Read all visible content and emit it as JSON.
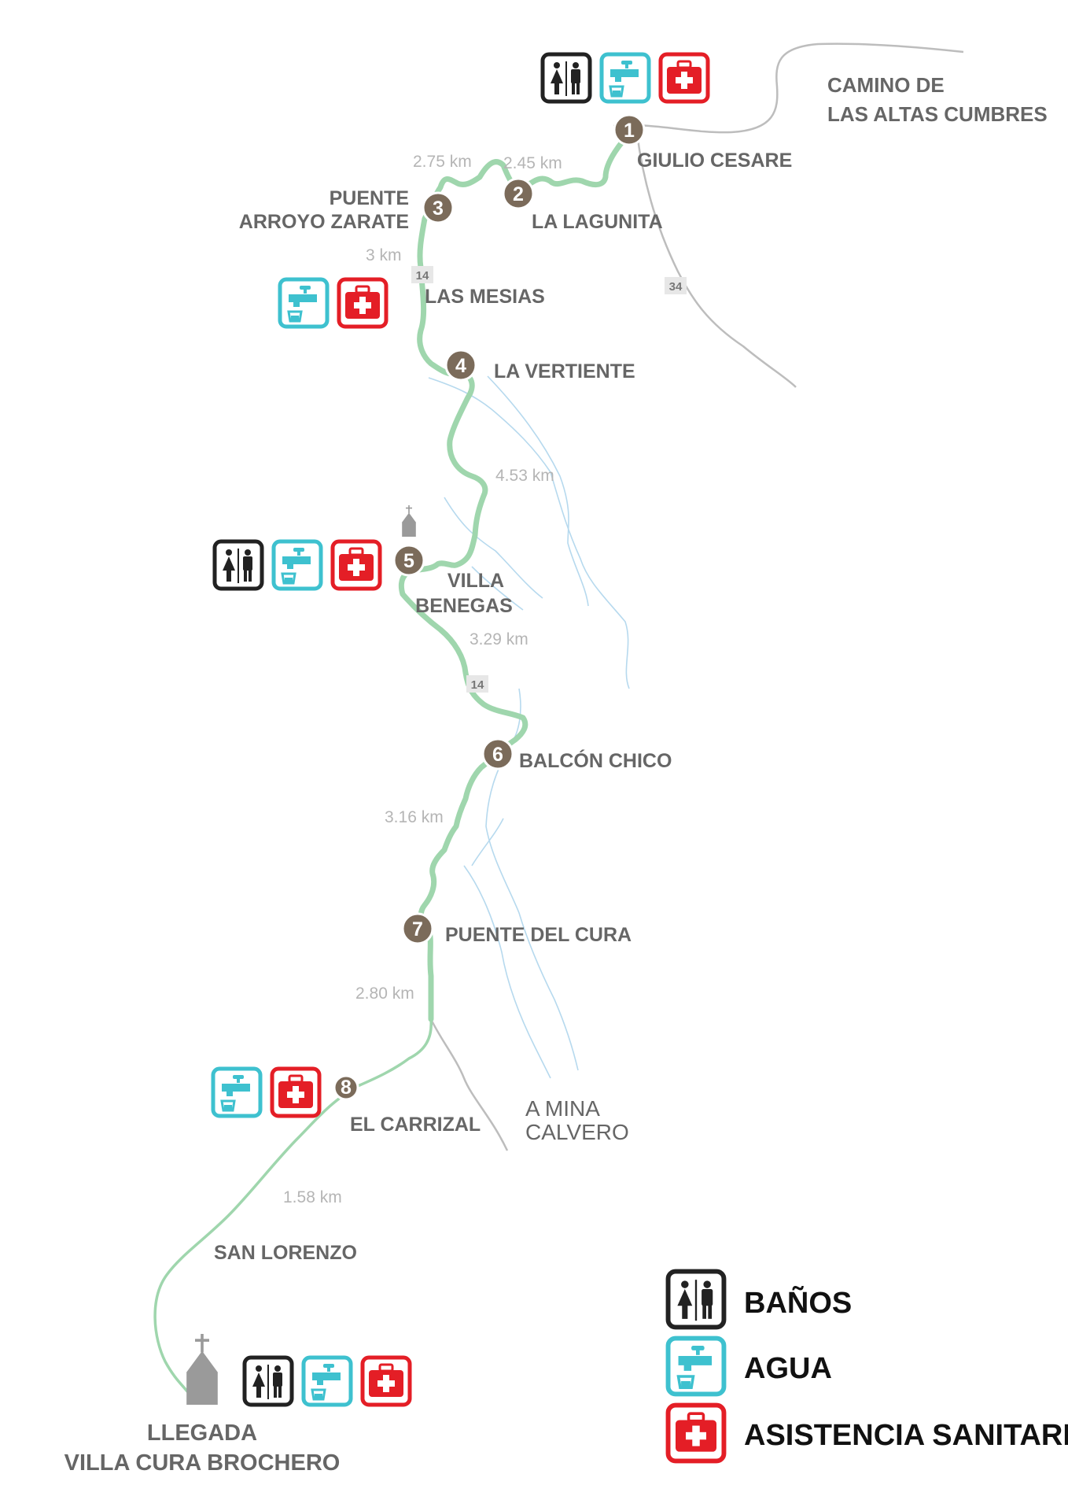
{
  "colors": {
    "route": "#9fd6ad",
    "road": "#bdbdbd",
    "river": "#b6d9ee",
    "stop": "#7b6b5a",
    "restroom": "#222222",
    "water": "#3ec1cf",
    "medical": "#e41e26",
    "label": "#666666",
    "distance": "#b5b5b5"
  },
  "roads": {
    "camino_line1": "CAMINO DE",
    "camino_line2": "LAS ALTAS CUMBRES",
    "road34": "34",
    "road14_a": "14",
    "road14_b": "14",
    "mina_line1": "A MINA",
    "mina_line2": "CALVERO"
  },
  "stops": [
    {
      "num": "1",
      "name": "GIULIO CESARE"
    },
    {
      "num": "2",
      "name": "LA LAGUNITA"
    },
    {
      "num": "3",
      "name_line1": "PUENTE",
      "name_line2": "ARROYO ZARATE"
    },
    {
      "num": "4",
      "name": "LA VERTIENTE"
    },
    {
      "num": "5",
      "name_line1": "VILLA",
      "name_line2": "BENEGAS"
    },
    {
      "num": "6",
      "name": "BALCÓN CHICO"
    },
    {
      "num": "7",
      "name": "PUENTE DEL CURA"
    },
    {
      "num": "8",
      "name": "EL CARRIZAL"
    }
  ],
  "other_places": {
    "las_mesias": "LAS MESIAS",
    "san_lorenzo": "SAN LORENZO",
    "llegada_line1": "LLEGADA",
    "llegada_line2": "VILLA CURA BROCHERO"
  },
  "distances": {
    "d1_2": "2.45 km",
    "d2_3": "2.75 km",
    "d3_mesias": "3 km",
    "d4_5": "4.53 km",
    "d5_6": "3.29 km",
    "d6_7": "3.16 km",
    "d7_8": "2.80 km",
    "d8_end": "1.58 km"
  },
  "legend": {
    "restroom": "BAÑOS",
    "water": "AGUA",
    "medical": "ASISTENCIA SANITARIA"
  },
  "icons": {
    "restroom": "restroom-icon",
    "water": "water-tap-icon",
    "medical": "first-aid-icon",
    "church": "church-icon"
  }
}
